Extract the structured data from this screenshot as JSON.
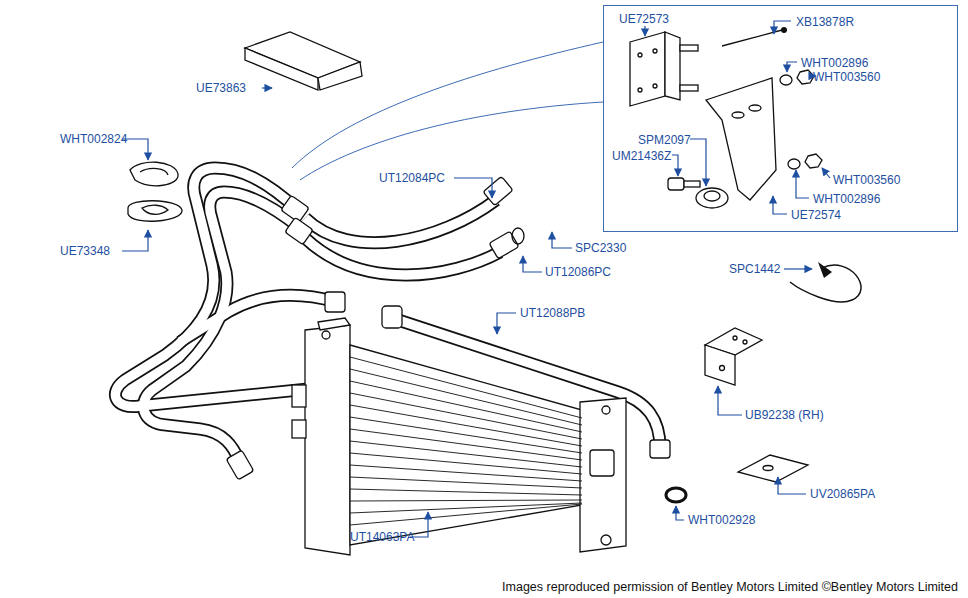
{
  "diagram": {
    "caption": "Images reproduced permission of Bentley Motors Limited ©Bentley Motors Limited",
    "nodes": [
      {
        "text": [
          "UE72573",
          "XB13878R",
          "WHT002896",
          "WHT003560",
          "SPM2097",
          "UM21436Z",
          "WHT003560",
          "WHT002896",
          "UE72574"
        ]
      }
    ],
    "labels": [
      "UE73863",
      "WHT002824",
      "UE73348",
      "UT12084PC",
      "SPC2330",
      "UT12086PC",
      "SPC1442",
      "UT12088PB",
      "UB92238 (RH)",
      "UV20865PA",
      "UT14063PA",
      "WHT002928"
    ]
  }
}
